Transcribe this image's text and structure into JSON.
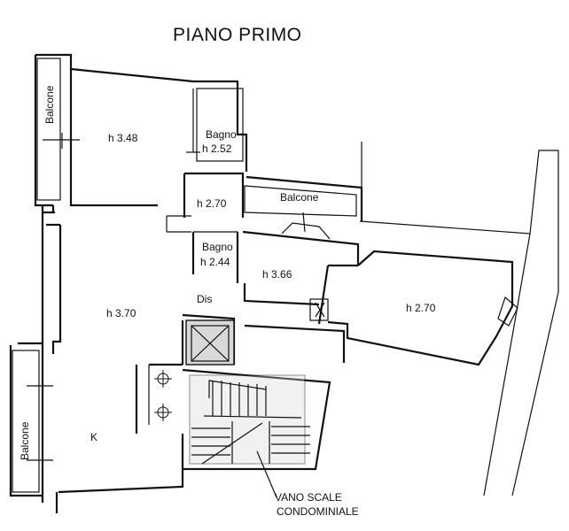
{
  "title": "PIANO PRIMO",
  "labels": {
    "balcone_top_left": "Balcone",
    "balcone_mid": "Balcone",
    "balcone_bottom_left": "Balcone",
    "room_h348": "h 3.48",
    "bagno1": "Bagno",
    "bagno1_h": "h 2.52",
    "room_h270_small": "h 2.70",
    "bagno2": "Bagno",
    "bagno2_h": "h 2.44",
    "room_h366": "h 3.66",
    "dis": "Dis",
    "room_h370": "h 3.70",
    "room_h270_right": "h 2.70",
    "kitchen": "K",
    "stairs_line1": "VANO SCALE",
    "stairs_line2": "CONDOMINIALE"
  },
  "colors": {
    "ink": "#111111",
    "wall_fill": "#d9d9d9",
    "background": "#ffffff"
  }
}
